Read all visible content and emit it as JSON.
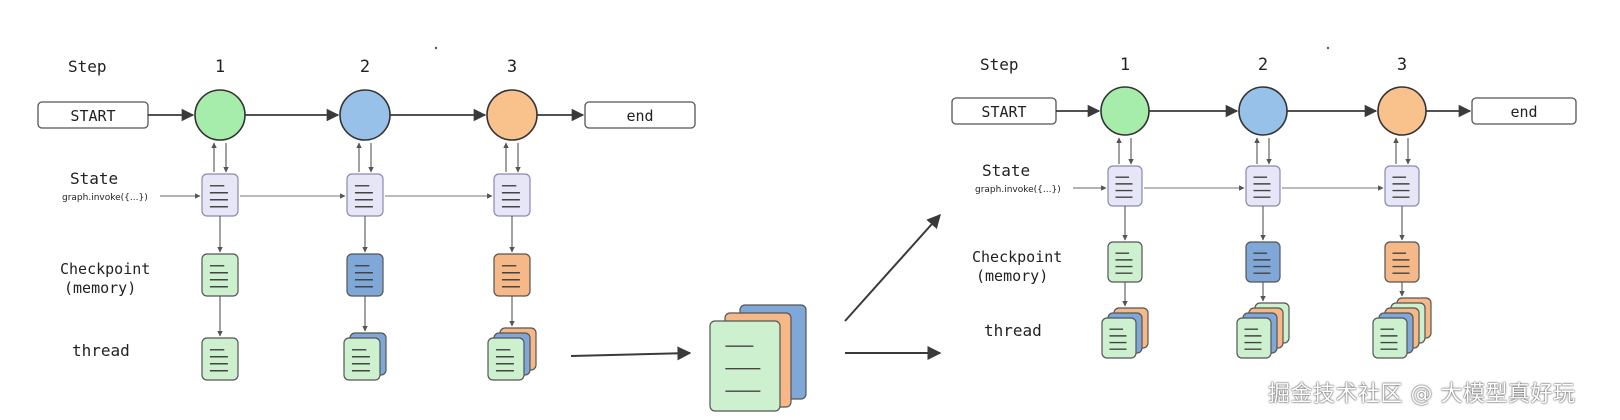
{
  "labels": {
    "step": "Step",
    "state": "State",
    "invoke": "graph.invoke({...})",
    "checkpoint_line1": "Checkpoint",
    "checkpoint_line2": "(memory)",
    "thread": "thread",
    "start": "START",
    "end": "end",
    "steps": [
      "1",
      "2",
      "3"
    ]
  },
  "colors": {
    "node_green": "#a6ecaa",
    "node_blue": "#98c1ea",
    "node_orange": "#f9c28c",
    "state_doc": "#e6e6f6",
    "doc_green": "#cdf0cf",
    "doc_blue": "#7fa8d8",
    "doc_orange": "#f6b886",
    "stroke": "#3a3a3a"
  },
  "watermark": "掘金技术社区 @ 大模型真好玩"
}
